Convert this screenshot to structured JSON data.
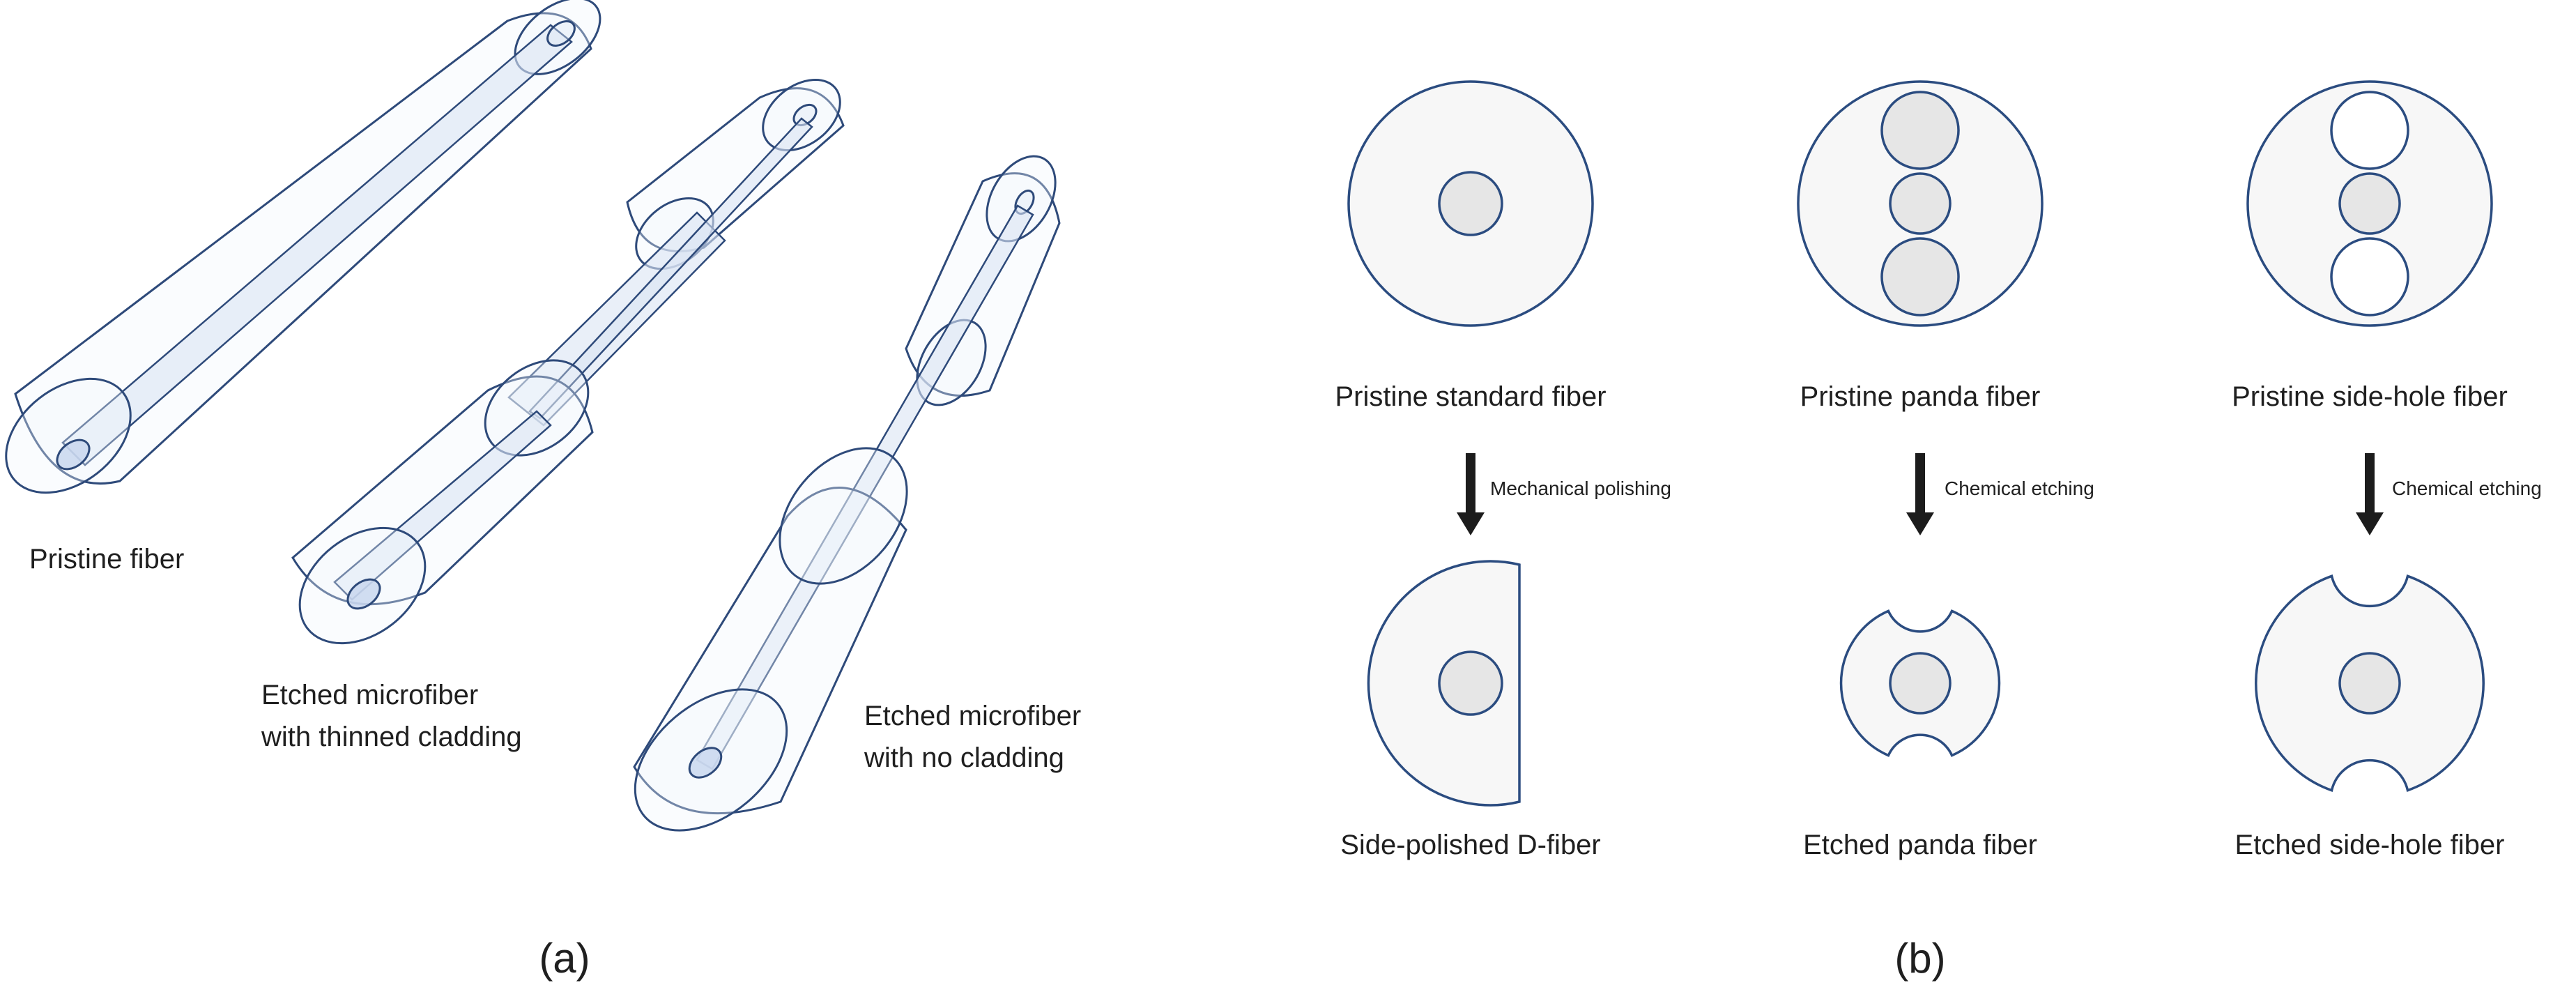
{
  "panel_a": {
    "panel_label": "(a)",
    "fibers": [
      {
        "id": "pristine",
        "label_lines": [
          "Pristine fiber"
        ]
      },
      {
        "id": "thinned",
        "label_lines": [
          "Etched microfiber",
          "with thinned cladding"
        ]
      },
      {
        "id": "no-cladding",
        "label_lines": [
          "Etched microfiber",
          "with no cladding"
        ]
      }
    ]
  },
  "panel_b": {
    "panel_label": "(b)",
    "columns": [
      {
        "id": "standard",
        "top_label": "Pristine standard fiber",
        "process": "Mechanical polishing",
        "bottom_label": "Side-polished D-fiber"
      },
      {
        "id": "panda",
        "top_label": "Pristine panda fiber",
        "process": "Chemical etching",
        "bottom_label": "Etched panda fiber"
      },
      {
        "id": "side-hole",
        "top_label": "Pristine side-hole fiber",
        "process": "Chemical etching",
        "bottom_label": "Etched side-hole fiber"
      }
    ]
  }
}
